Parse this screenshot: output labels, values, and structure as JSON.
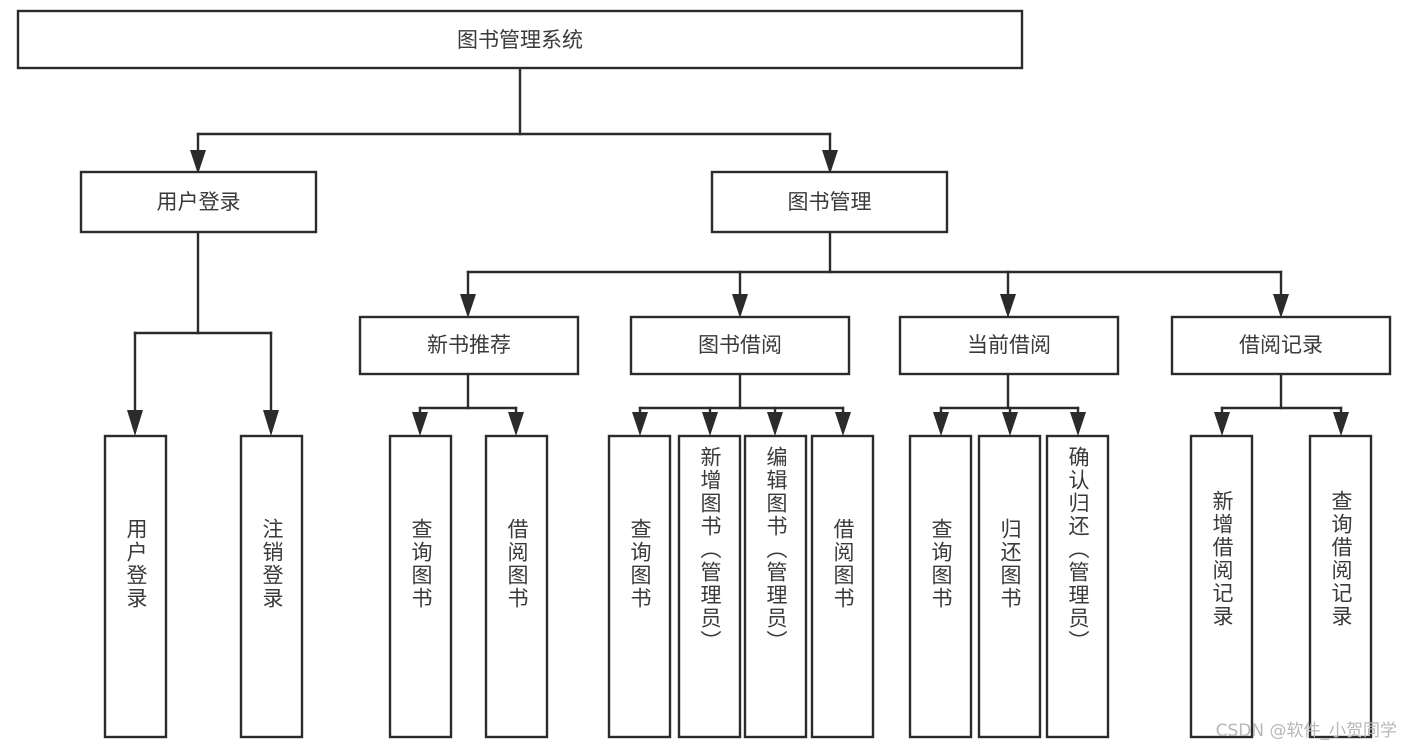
{
  "diagram": {
    "title": "图书管理系统",
    "type": "tree-hierarchy-diagram",
    "colors": {
      "box_stroke": "#2b2b2b",
      "box_fill": "#ffffff",
      "text": "#3a3a3a",
      "background": "#ffffff",
      "watermark": "#b8b8b8"
    },
    "root": {
      "label": "图书管理系统"
    },
    "level2": [
      {
        "label": "用户登录"
      },
      {
        "label": "图书管理"
      }
    ],
    "level3": [
      {
        "label": "新书推荐"
      },
      {
        "label": "图书借阅"
      },
      {
        "label": "当前借阅"
      },
      {
        "label": "借阅记录"
      }
    ],
    "leaves": {
      "user_login": [
        {
          "label": "用户登录"
        },
        {
          "label": "注销登录"
        }
      ],
      "new_book_recommend": [
        {
          "label": "查询图书"
        },
        {
          "label": "借阅图书"
        }
      ],
      "book_borrow": [
        {
          "label": "查询图书"
        },
        {
          "label": "新增图书（管理员）"
        },
        {
          "label": "编辑图书（管理员）"
        },
        {
          "label": "借阅图书"
        }
      ],
      "current_borrow": [
        {
          "label": "查询图书"
        },
        {
          "label": "归还图书"
        },
        {
          "label": "确认归还（管理员）"
        }
      ],
      "borrow_record": [
        {
          "label": "新增借阅记录"
        },
        {
          "label": "查询借阅记录"
        }
      ]
    }
  },
  "watermark": {
    "text": "CSDN @软件_小贺同学"
  }
}
